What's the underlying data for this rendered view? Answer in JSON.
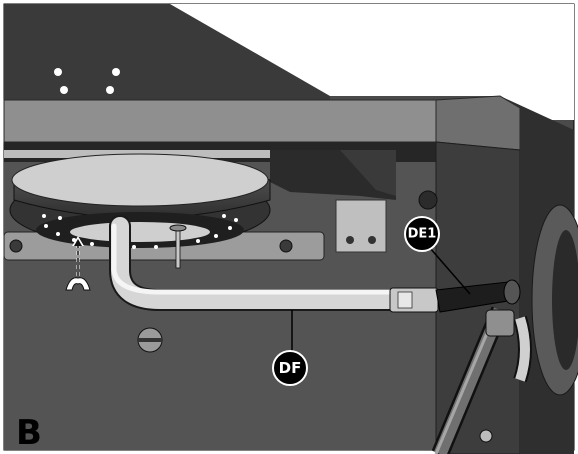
{
  "figure": {
    "panel_label": "B",
    "callouts": [
      {
        "label": "DE1"
      },
      {
        "label": "DF"
      }
    ]
  },
  "colors": {
    "frame_dark": "#3c3c3c",
    "frame_mid": "#5a5a5a",
    "beam_top": "#8c8c8c",
    "rail": "#9a9a9a",
    "tube_light": "#d9d9d9",
    "callout_fill": "#000000",
    "callout_text": "#ffffff"
  }
}
